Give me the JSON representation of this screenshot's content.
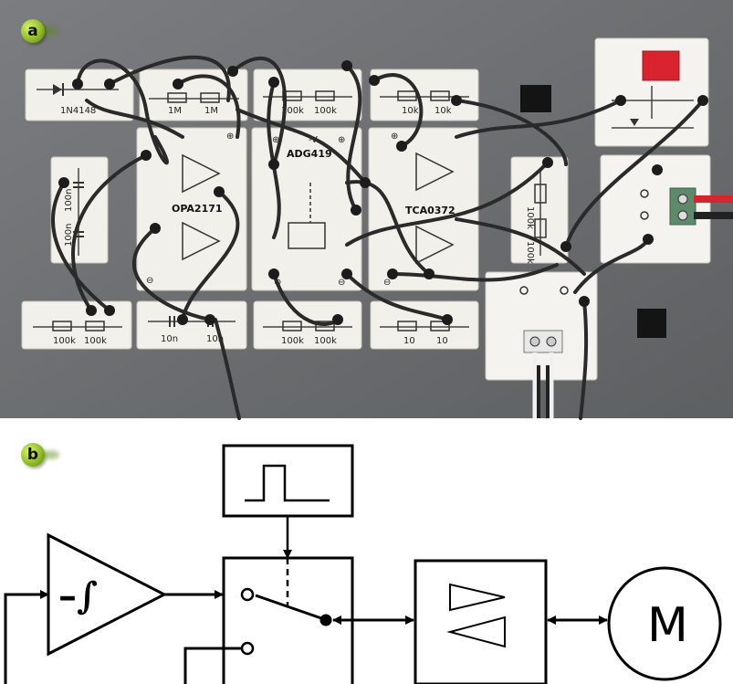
{
  "panel_a": {
    "label": "a",
    "modules": {
      "diode": [
        "1N4148"
      ],
      "res_1m": [
        "1M",
        "1M"
      ],
      "res_100k_top": [
        "100k",
        "100k"
      ],
      "res_10k_top": [
        "10k",
        "10k"
      ],
      "cap_left": [
        "100n",
        "100n"
      ],
      "opamp_left": [
        "OPA2171"
      ],
      "switch_mid": [
        "ADG419",
        "-V"
      ],
      "opamp_right": [
        "TCA0372"
      ],
      "res_100k_side": [
        "100k",
        "100k"
      ],
      "res_100k_bl": [
        "100k",
        "100k"
      ],
      "cap_10n": [
        "10n",
        "10n"
      ],
      "res_100k_bm": [
        "100k",
        "100k"
      ],
      "res_10_br": [
        "10",
        "10"
      ]
    }
  },
  "panel_b": {
    "label": "b",
    "integrator_symbol": "–∫",
    "motor_label": "M"
  },
  "colors": {
    "board": "#6f7173",
    "module": "#f1efe8",
    "cable": "#2a2a2a",
    "accent_red": "#d9232f",
    "label_green": "#7fae12"
  }
}
